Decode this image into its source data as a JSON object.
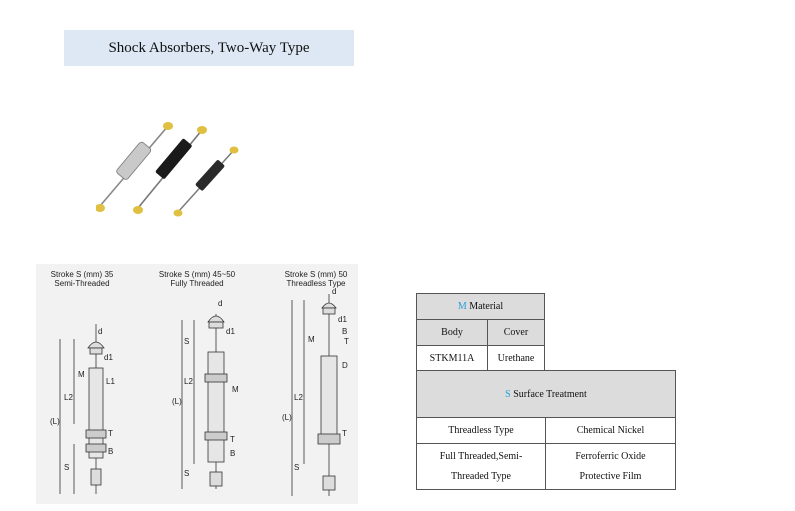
{
  "title": "Shock Absorbers, Two-Way Type",
  "drawings": [
    {
      "line1": "Stroke S (mm) 35",
      "line2": "Semi-Threaded"
    },
    {
      "line1": "Stroke S (mm) 45~50",
      "line2": "Fully Threaded"
    },
    {
      "line1": "Stroke S (mm) 50",
      "line2": "Threadless Type"
    }
  ],
  "dim_labels": {
    "d": "d",
    "d1": "d1",
    "M": "M",
    "L1": "L1",
    "L2": "L2",
    "L": "(L)",
    "S": "S",
    "T": "T",
    "B": "B",
    "D": "D",
    "t": "t",
    "s": "s",
    "l": "l"
  },
  "material": {
    "letter": "M",
    "header": "Material",
    "body_label": "Body",
    "cover_label": "Cover",
    "body_value": "STKM11A",
    "cover_value": "Urethane"
  },
  "surface": {
    "letter": "S",
    "header": "Surface Treatment",
    "rows": [
      {
        "type": "Threadless Type",
        "treatment": "Chemical Nickel"
      },
      {
        "type_line1": "Full Threaded,Semi-",
        "type_line2": "Threaded Type",
        "treatment_line1": "Ferroferric Oxide",
        "treatment_line2": "Protective Film"
      }
    ]
  }
}
